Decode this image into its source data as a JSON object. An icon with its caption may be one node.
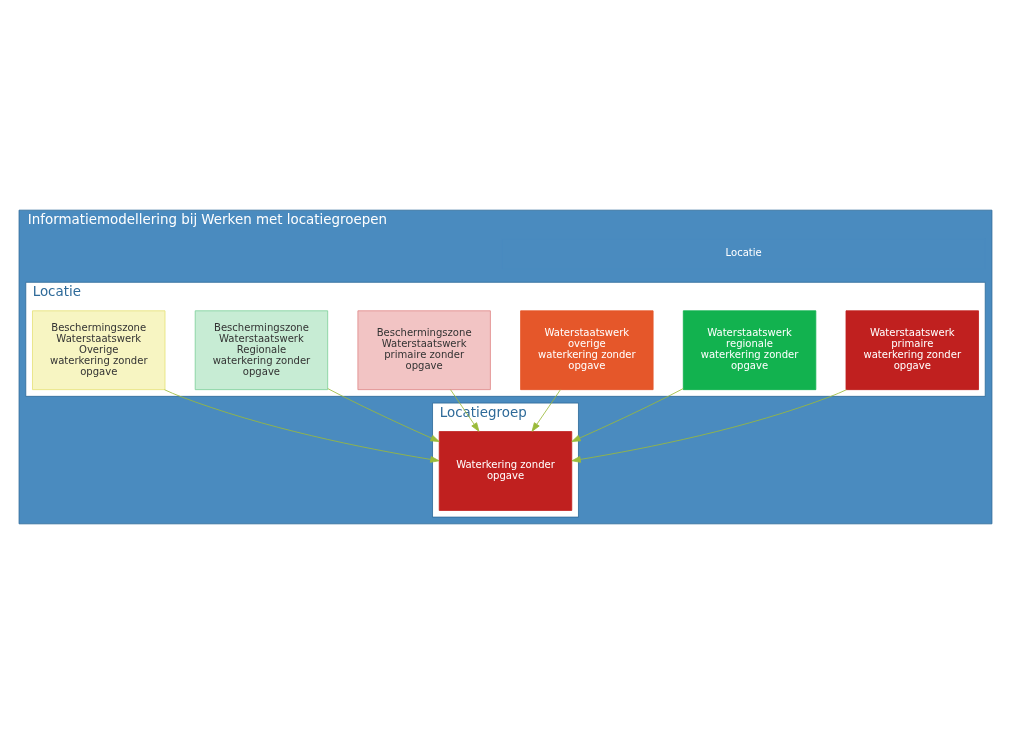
{
  "diagram": {
    "nodes": [
      {
        "text": [
          "Informatiemodellering bij Werken met locatiegroepen"
        ]
      },
      {
        "text": [
          "Locatie"
        ],
        "in": 0
      },
      {
        "text": [
          "Locatie"
        ],
        "in": 0
      },
      {
        "text": [
          "Waterstaatswerk primaire waterkering zonder opgave"
        ],
        "in": 2
      },
      {
        "text": [
          "Waterstaatswerk regionale waterkering zonder opgave"
        ],
        "in": 2
      },
      {
        "text": [
          "Waterstaatswerk overige waterkering zonder opgave"
        ],
        "in": 2
      },
      {
        "text": [
          "Beschermingszone Waterstaatswerk primaire zonder opgave"
        ],
        "in": 2
      },
      {
        "text": [
          "Beschermingszone Waterstaatswerk Regionale waterkering zonder opgave"
        ],
        "in": 2
      },
      {
        "text": [
          "Beschermingszone Waterstaatswerk Overige waterkering zonder opgave"
        ],
        "in": 2
      },
      {
        "text": [
          "Locatiegroep"
        ],
        "in": 0
      },
      {
        "text": [
          "Waterkering zonder opgave"
        ],
        "in": 9
      }
    ],
    "edges": [
      {
        "from": 3,
        "to": 10,
        "arrow": "to"
      },
      {
        "from": 6,
        "to": 10,
        "arrow": "to"
      },
      {
        "from": 4,
        "to": 10,
        "arrow": "to"
      },
      {
        "from": 7,
        "to": 10,
        "arrow": "to"
      },
      {
        "from": 5,
        "to": 10,
        "arrow": "to"
      },
      {
        "from": 8,
        "to": 10,
        "arrow": "to"
      }
    ]
  }
}
